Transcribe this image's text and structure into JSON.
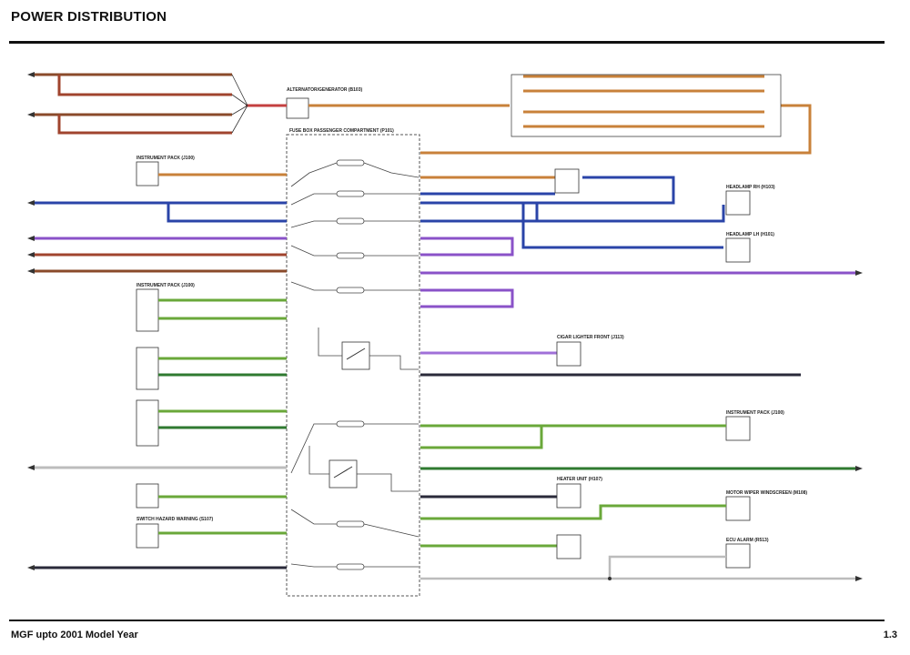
{
  "header": {
    "title": "POWER DISTRIBUTION"
  },
  "footer": {
    "model": "MGF upto 2001 Model Year",
    "page": "1.3"
  },
  "colors": {
    "brown": "#8a4a2a",
    "red_brown": "#a0442e",
    "orange": "#c8813a",
    "blue": "#2a44a8",
    "purple": "#8a52c8",
    "violet": "#a070d8",
    "green": "#6aa83a",
    "dark_green": "#2f7a30",
    "dark": "#2a2a3a",
    "grey": "#bcbcbc"
  },
  "components": [
    {
      "id": "instrument-pack-1",
      "label": "INSTRUMENT PACK (J100)"
    },
    {
      "id": "instrument-pack-2",
      "label": "INSTRUMENT PACK (J100)"
    },
    {
      "id": "headlamp-rh",
      "label": "HEADLAMP RH (H103)"
    },
    {
      "id": "headlamp-lh",
      "label": "HEADLAMP LH (H101)"
    },
    {
      "id": "cigar-lighter",
      "label": "CIGAR LIGHTER FRONT (J113)"
    },
    {
      "id": "instrument-pack-3",
      "label": "INSTRUMENT PACK (J100)"
    },
    {
      "id": "heater-unit",
      "label": "HEATER UNIT (H107)"
    },
    {
      "id": "hazard-switch",
      "label": "SWITCH HAZARD WARNING (S107)"
    },
    {
      "id": "motor-wiper",
      "label": "MOTOR WIPER WINDSCREEN (M108)"
    },
    {
      "id": "anti-alarm",
      "label": "ECU ALARM (R513)"
    }
  ],
  "fusebox_label": "FUSE BOX PASSENGER COMPARTMENT (P101)",
  "alternator_label": "ALTERNATOR/GENERATOR (B103)"
}
